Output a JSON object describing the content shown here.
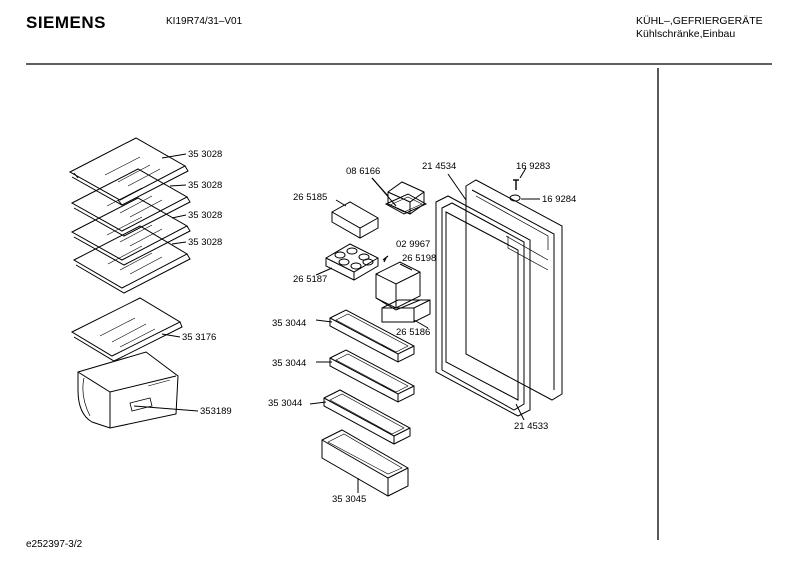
{
  "header": {
    "brand": "SIEMENS",
    "model": "KI19R74/31–V01",
    "category_line1": "KÜHL–,GEFRIERGERÄTE",
    "category_line2": "Kühlschränke,Einbau"
  },
  "footer": {
    "doc_id": "e252397-3/2"
  },
  "parts": {
    "shelf_1": "35 3028",
    "shelf_2": "35 3028",
    "shelf_3": "35 3028",
    "shelf_4": "35 3028",
    "shelf_lower": "35 3176",
    "crisper_drawer": "353189",
    "butter_lid": "08 6166",
    "door_seal_top": "21 4534",
    "hinge_pin": "16 9283",
    "hinge_bushing": "16 9284",
    "small_tray": "26 5185",
    "screw": "02 9967",
    "egg_tray": "26 5187",
    "butter_box": "26 5198",
    "butter_shelf": "26 5186",
    "door_shelf_1": "35 3044",
    "door_shelf_2": "35 3044",
    "door_shelf_3": "35 3044",
    "bottle_shelf": "35 3045",
    "door_seal": "21 4533"
  }
}
